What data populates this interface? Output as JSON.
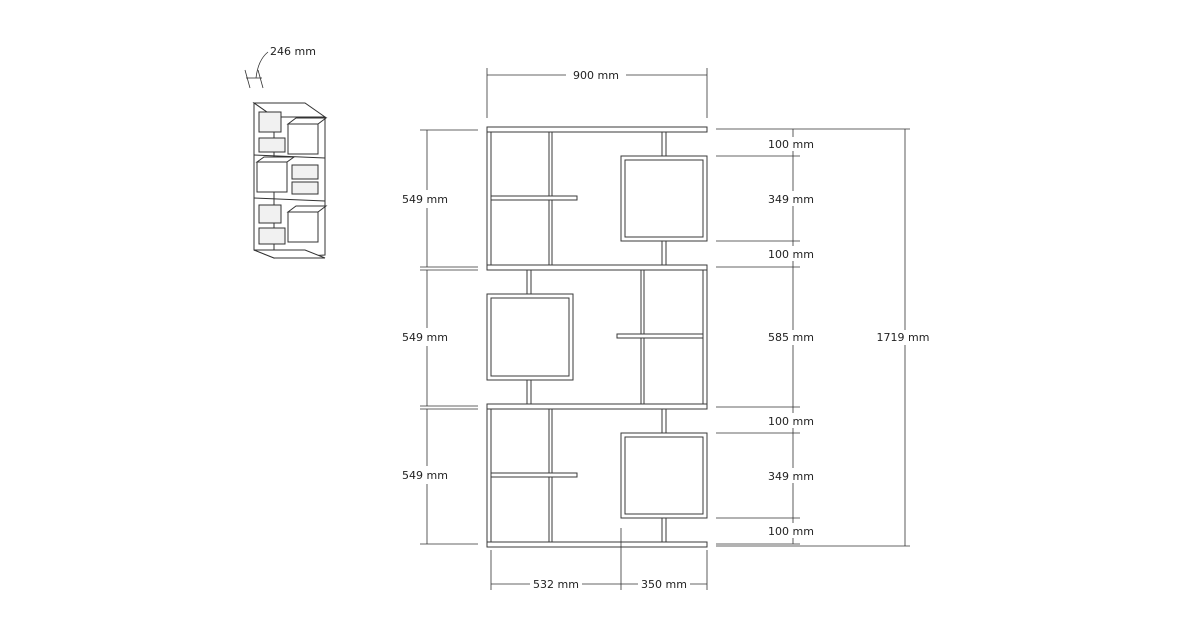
{
  "palette": {
    "line": "#333333",
    "background": "#ffffff",
    "label": "#222222"
  },
  "dimensions": {
    "depth": "246 mm",
    "width": "900 mm",
    "total_height": "1719 mm",
    "left_sections": [
      "549 mm",
      "549 mm",
      "549 mm"
    ],
    "right_top": [
      "100 mm",
      "349 mm",
      "100 mm"
    ],
    "right_middle": "585 mm",
    "right_bottom": [
      "100 mm",
      "349 mm",
      "100 mm"
    ],
    "bottom_split": [
      "532 mm",
      "350 mm"
    ]
  }
}
